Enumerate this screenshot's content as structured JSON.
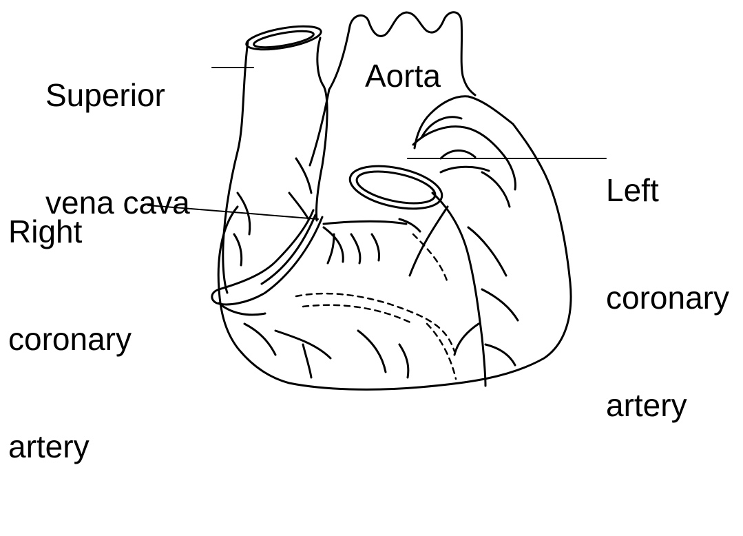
{
  "labels": {
    "superior_vena_cava": [
      "Superior",
      "vena cava"
    ],
    "aorta": "Aorta",
    "left_coronary_artery": [
      "Left",
      "coronary",
      "artery"
    ],
    "right_coronary_artery": [
      "Right",
      "coronary",
      "artery"
    ]
  },
  "colors": {
    "ink": "#000000",
    "paper": "#ffffff"
  }
}
